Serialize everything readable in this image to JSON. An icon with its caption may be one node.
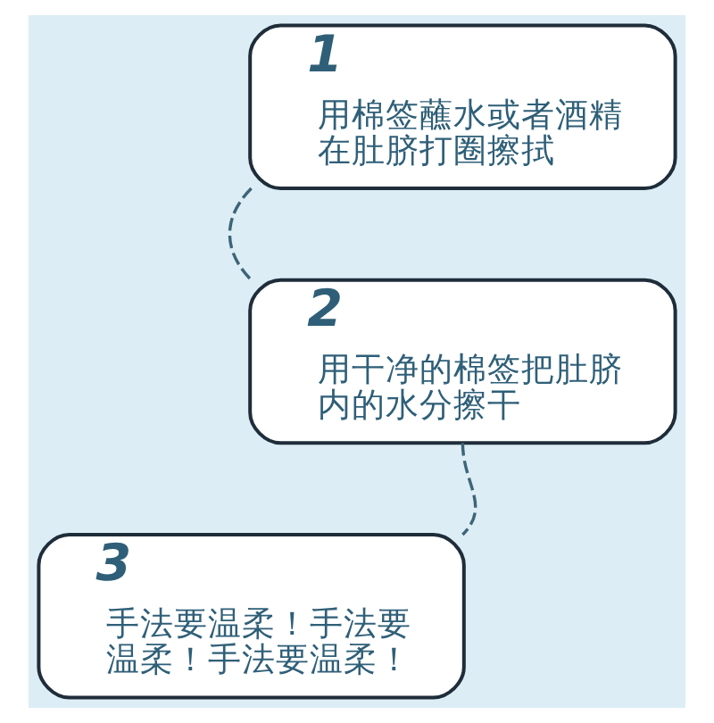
{
  "diagram": {
    "nodes": [
      {
        "text": [
          "1",
          "用棉签蘸水或者酒精在肚脐打圈擦拭"
        ]
      },
      {
        "text": [
          "2",
          "用干净的棉签把肚脐内的水分擦干"
        ]
      },
      {
        "text": [
          "3",
          "手法要温柔！手法要温柔！手法要温柔！"
        ]
      }
    ],
    "edges": [
      {
        "from": 0,
        "to": 1,
        "arrow": "none",
        "style": "dashed"
      },
      {
        "from": 1,
        "to": 2,
        "arrow": "none",
        "style": "dashed"
      }
    ]
  }
}
